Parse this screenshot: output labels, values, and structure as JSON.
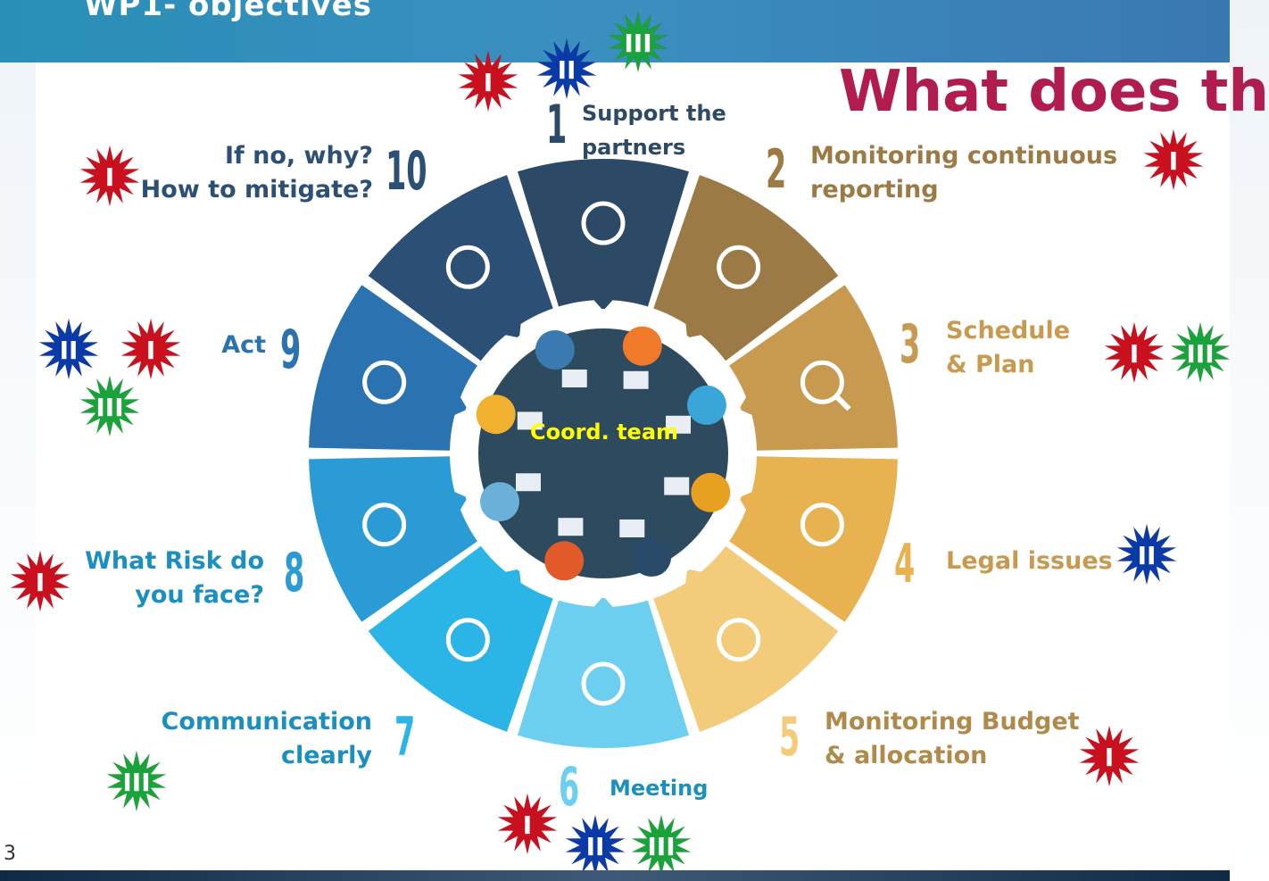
{
  "header": {
    "title": "WP1- objectives"
  },
  "headline": "What does th",
  "page_number": "3",
  "center_label": "Coord. team",
  "segments": [
    {
      "number": "1",
      "label": "Support the\npartners",
      "color": "#2c4a66"
    },
    {
      "number": "2",
      "label": "Monitoring continuous\nreporting",
      "color": "#9c7a45"
    },
    {
      "number": "3",
      "label": "Schedule\n& Plan",
      "color": "#c79a50"
    },
    {
      "number": "4",
      "label": "Legal issues",
      "color": "#e7b24f"
    },
    {
      "number": "5",
      "label": "Monitoring Budget\n& allocation",
      "color": "#f2cc7a"
    },
    {
      "number": "6",
      "label": "Meeting",
      "color": "#6dcff0"
    },
    {
      "number": "7",
      "label": "Communication\nclearly",
      "color": "#2bb4e6"
    },
    {
      "number": "8",
      "label": "What Risk do\nyou face?",
      "color": "#2b9bd6"
    },
    {
      "number": "9",
      "label": "Act",
      "color": "#2a72b0"
    },
    {
      "number": "10",
      "label": "If no, why?\nHow to mitigate?",
      "color": "#2b4f75"
    }
  ],
  "badges": {
    "one": "I",
    "two": "II",
    "three": "III"
  },
  "colors": {
    "red": "#c8101e",
    "blue": "#0a3aa8",
    "green": "#1aa33a"
  }
}
